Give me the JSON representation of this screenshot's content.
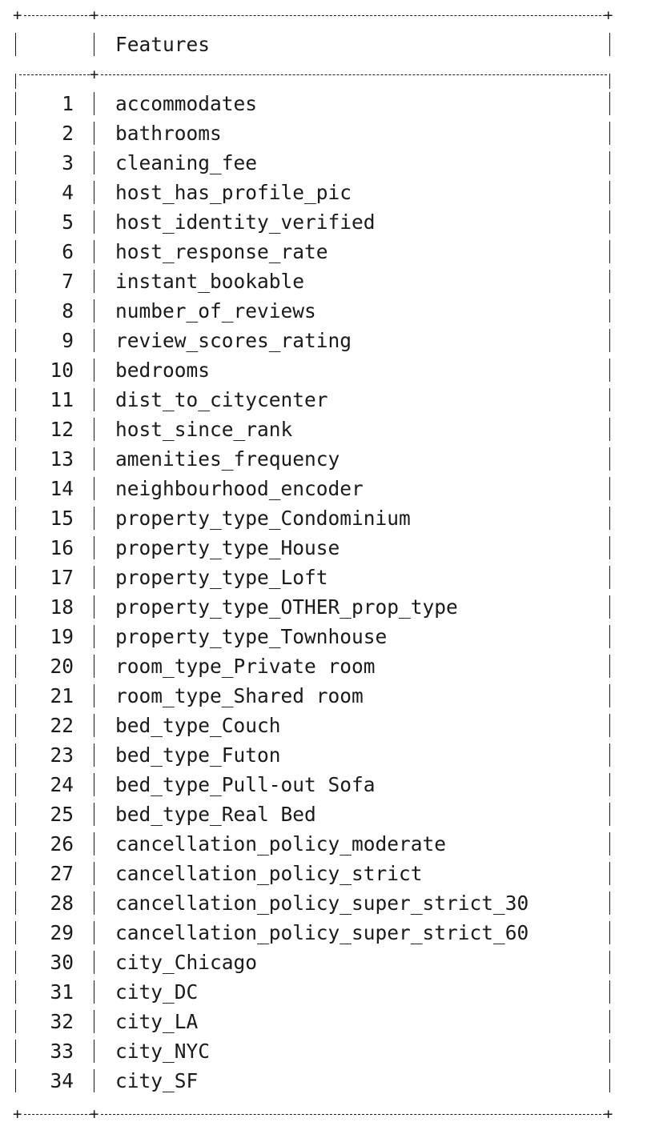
{
  "table": {
    "header": {
      "index_label": "",
      "feature_label": "Features"
    },
    "rows": [
      {
        "index": "1",
        "feature": "accommodates"
      },
      {
        "index": "2",
        "feature": "bathrooms"
      },
      {
        "index": "3",
        "feature": "cleaning_fee"
      },
      {
        "index": "4",
        "feature": "host_has_profile_pic"
      },
      {
        "index": "5",
        "feature": "host_identity_verified"
      },
      {
        "index": "6",
        "feature": "host_response_rate"
      },
      {
        "index": "7",
        "feature": "instant_bookable"
      },
      {
        "index": "8",
        "feature": "number_of_reviews"
      },
      {
        "index": "9",
        "feature": "review_scores_rating"
      },
      {
        "index": "10",
        "feature": "bedrooms"
      },
      {
        "index": "11",
        "feature": "dist_to_citycenter"
      },
      {
        "index": "12",
        "feature": "host_since_rank"
      },
      {
        "index": "13",
        "feature": "amenities_frequency"
      },
      {
        "index": "14",
        "feature": "neighbourhood_encoder"
      },
      {
        "index": "15",
        "feature": "property_type_Condominium"
      },
      {
        "index": "16",
        "feature": "property_type_House"
      },
      {
        "index": "17",
        "feature": "property_type_Loft"
      },
      {
        "index": "18",
        "feature": "property_type_OTHER_prop_type"
      },
      {
        "index": "19",
        "feature": "property_type_Townhouse"
      },
      {
        "index": "20",
        "feature": "room_type_Private room"
      },
      {
        "index": "21",
        "feature": "room_type_Shared room"
      },
      {
        "index": "22",
        "feature": "bed_type_Couch"
      },
      {
        "index": "23",
        "feature": "bed_type_Futon"
      },
      {
        "index": "24",
        "feature": "bed_type_Pull-out Sofa"
      },
      {
        "index": "25",
        "feature": "bed_type_Real Bed"
      },
      {
        "index": "26",
        "feature": "cancellation_policy_moderate"
      },
      {
        "index": "27",
        "feature": "cancellation_policy_strict"
      },
      {
        "index": "28",
        "feature": "cancellation_policy_super_strict_30"
      },
      {
        "index": "29",
        "feature": "cancellation_policy_super_strict_60"
      },
      {
        "index": "30",
        "feature": "city_Chicago"
      },
      {
        "index": "31",
        "feature": "city_DC"
      },
      {
        "index": "32",
        "feature": "city_LA"
      },
      {
        "index": "33",
        "feature": "city_NYC"
      },
      {
        "index": "34",
        "feature": "city_SF"
      }
    ]
  }
}
